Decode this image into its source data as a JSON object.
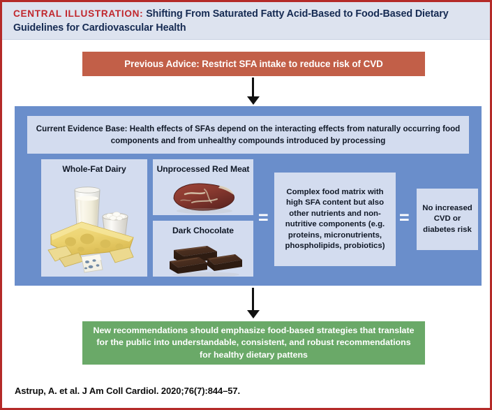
{
  "header": {
    "eyebrow": "CENTRAL ILLUSTRATION:",
    "title": "Shifting From Saturated Fatty Acid-Based to Food-Based Dietary Guidelines for Cardiovascular Health"
  },
  "previous_advice": {
    "text": "Previous Advice: Restrict SFA intake to reduce risk of CVD"
  },
  "evidence_panel": {
    "statement": "Current Evidence Base: Health effects of SFAs depend on the interacting effects from naturally occurring food components and from unhealthy compounds introduced by processing",
    "food_panels": [
      {
        "title": "Whole-Fat Dairy",
        "art": "dairy-illustration"
      },
      {
        "title": "Unprocessed Red Meat",
        "art": "red-meat-illustration"
      },
      {
        "title": "Dark Chocolate",
        "art": "dark-chocolate-illustration"
      }
    ],
    "equals_1": "=",
    "equals_2": "=",
    "matrix_box": "Complex food matrix with high SFA content but also other nutrients and non-nutritive components (e.g. proteins, micronutrients, phospholipids, probiotics)",
    "risk_box": "No increased CVD or diabetes risk"
  },
  "new_recommendations": {
    "text": "New recommendations should emphasize food-based strategies that translate for the public into understandable, consistent, and robust recommendations for healthy dietary pattens"
  },
  "citation": {
    "text": "Astrup, A. et al. J Am Coll Cardiol. 2020;76(7):844–57."
  },
  "colors": {
    "frame_red": "#b42a28",
    "header_bg": "#dde3ef",
    "eyebrow_red": "#c1272d",
    "title_navy": "#152a52",
    "advice_terracotta": "#c25f48",
    "panel_blue": "#6a8ecb",
    "box_light_blue": "#d3dcef",
    "recommendation_green": "#6aa968",
    "arrow_black": "#111111"
  }
}
